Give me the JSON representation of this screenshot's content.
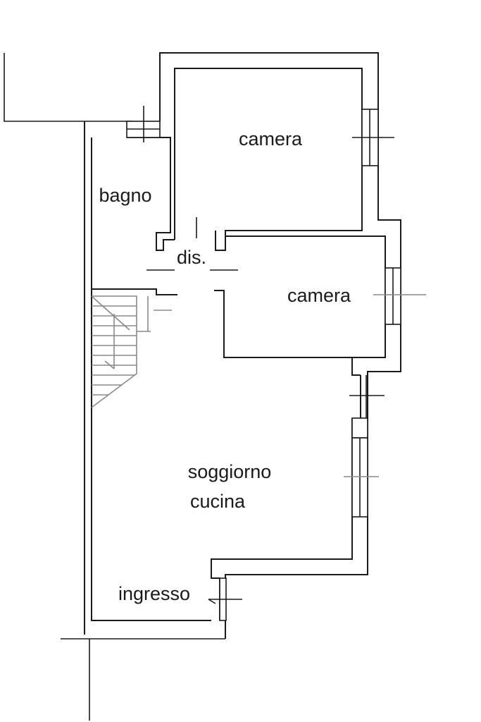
{
  "rooms": {
    "camera_top": "camera",
    "bagno": "bagno",
    "disimpegno": "dis.",
    "camera_right": "camera",
    "soggiorno_line1": "soggiorno",
    "soggiorno_line2": "cucina",
    "ingresso": "ingresso"
  },
  "colors": {
    "walls": "#1a1a1a",
    "stairs": "#8a8a8a",
    "background": "#ffffff"
  }
}
